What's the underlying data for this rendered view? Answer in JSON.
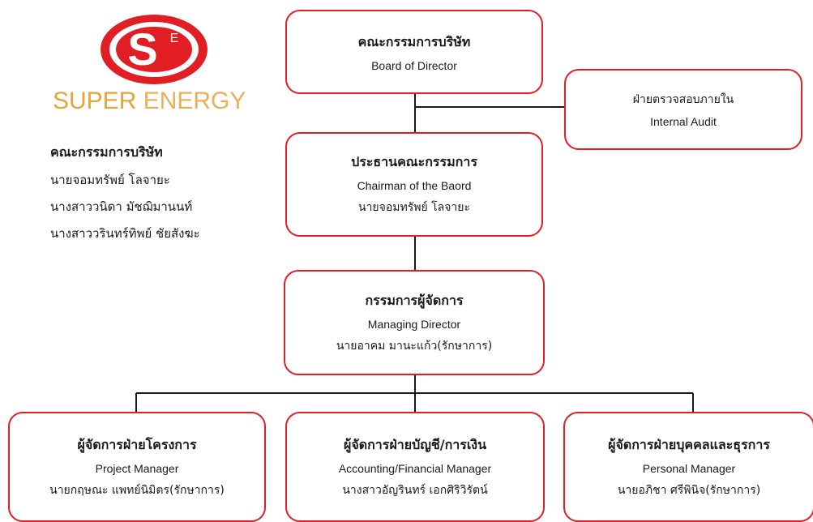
{
  "logo": {
    "word1": "SUPER",
    "word2": "ENERGY",
    "mark_letter": "S",
    "mark_sup": "E",
    "colors": {
      "red": "#e01e23",
      "gold": "#e8a33a"
    }
  },
  "board_list": {
    "title": "คณะกรรมการบริษัท",
    "members": [
      "นายจอมทรัพย์ โลจายะ",
      "นางสาววนิดา มัชฌิมานนท์",
      "นางสาววรินทร์ทิพย์ ชัยสังฆะ"
    ]
  },
  "org": {
    "board": {
      "th": "คณะกรรมการบริษัท",
      "en": "Board of Director"
    },
    "audit": {
      "th": "ฝ่ายตรวจสอบภายใน",
      "en": "Internal Audit"
    },
    "chairman": {
      "th": "ประธานคณะกรรมการ",
      "en": "Chairman of the Baord",
      "person": "นายจอมทรัพย์ โลจายะ"
    },
    "md": {
      "th": "กรรมการผู้จัดการ",
      "en": "Managing Director",
      "person": "นายอาคม มานะแก้ว(รักษาการ)"
    },
    "managers": [
      {
        "th": "ผู้จัดการฝ่ายโครงการ",
        "en": "Project Manager",
        "person": "นายกฤษณะ แพทย์นิมิตร(รักษาการ)"
      },
      {
        "th": "ผู้จัดการฝ่ายบัญชี/การเงิน",
        "en": "Accounting/Financial Manager",
        "person": "นางสาวอัญรินทร์ เอกศิริวิรัตน์"
      },
      {
        "th": "ผู้จัดการฝ่ายบุคคลและธุรการ",
        "en": "Personal Manager",
        "person": "นายอภิชา ศรีพินิจ(รักษาการ)"
      }
    ]
  },
  "colors": {
    "box_border": "#e01e23",
    "connector": "#1a1a1a"
  }
}
